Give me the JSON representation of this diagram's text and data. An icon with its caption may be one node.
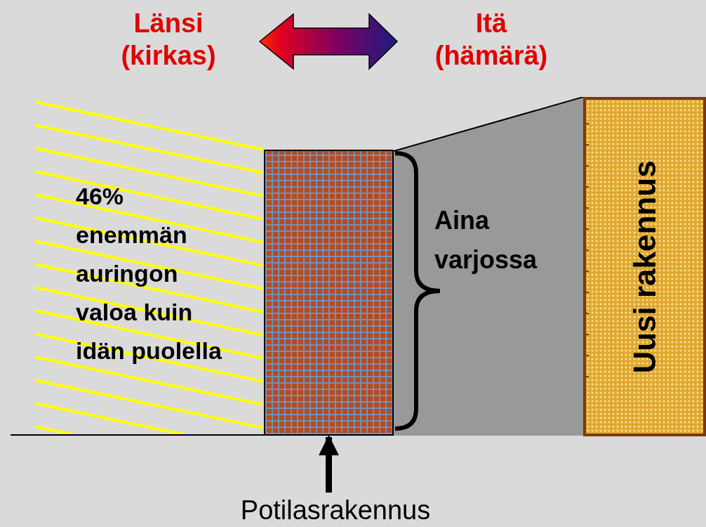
{
  "diagram": {
    "nodes": [
      {
        "text": [],
        "shape": "box"
      },
      {
        "text": [
          "Aina varjossa"
        ]
      },
      {
        "text": [
          "Uusi rakennus"
        ]
      },
      {
        "text": [
          "Potilasrakennus"
        ]
      }
    ],
    "edges": [
      {
        "from": 3,
        "to": 0,
        "arrow": "to"
      }
    ],
    "labels": [
      "Länsi (kirkas)",
      "Itä (hämärä)",
      "46% enemmän auringon valoa kuin idän puolella"
    ]
  }
}
